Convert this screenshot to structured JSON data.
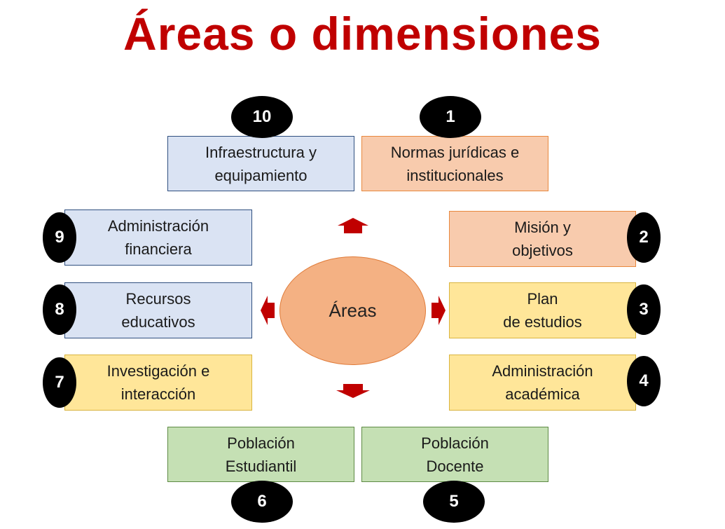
{
  "title": "Áreas o dimensiones",
  "center": "Áreas",
  "areas": [
    {
      "number": "1",
      "line1": "Normas jurídicas e",
      "line2": "institucionales"
    },
    {
      "number": "2",
      "line1": "Misión y",
      "line2": "objetivos"
    },
    {
      "number": "3",
      "line1": "Plan",
      "line2": "de estudios"
    },
    {
      "number": "4",
      "line1": "Administración",
      "line2": "académica"
    },
    {
      "number": "5",
      "line1": "Población",
      "line2": "Docente"
    },
    {
      "number": "6",
      "line1": "Población",
      "line2": "Estudiantil"
    },
    {
      "number": "7",
      "line1": "Investigación e",
      "line2": "interacción"
    },
    {
      "number": "8",
      "line1": "Recursos",
      "line2": "educativos"
    },
    {
      "number": "9",
      "line1": "Administración",
      "line2": "financiera"
    },
    {
      "number": "10",
      "line1": "Infraestructura y",
      "line2": "equipamiento"
    }
  ],
  "colors": {
    "title": "#c00000",
    "blue": "#dae3f3",
    "orange": "#f8cbad",
    "yellow": "#ffe699",
    "green": "#c5e0b4",
    "center": "#f4b183",
    "arrow": "#c00000"
  }
}
